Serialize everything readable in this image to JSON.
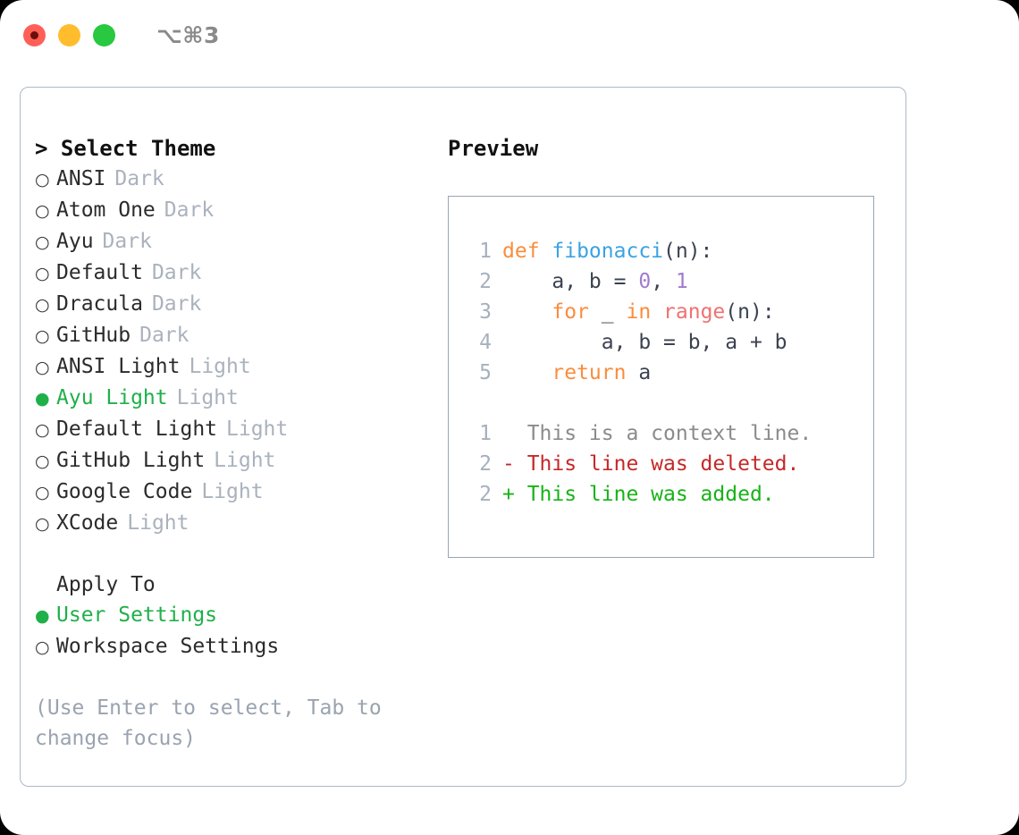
{
  "titlebar": {
    "shortcut": "⌥⌘3",
    "lights": [
      "close",
      "minimize",
      "maximize"
    ]
  },
  "left": {
    "section_title": "> Select Theme",
    "themes": [
      {
        "bullet": "○",
        "name": "ANSI",
        "tag": "Dark",
        "selected": false
      },
      {
        "bullet": "○",
        "name": "Atom One",
        "tag": "Dark",
        "selected": false
      },
      {
        "bullet": "○",
        "name": "Ayu",
        "tag": "Dark",
        "selected": false
      },
      {
        "bullet": "○",
        "name": "Default",
        "tag": "Dark",
        "selected": false
      },
      {
        "bullet": "○",
        "name": "Dracula",
        "tag": "Dark",
        "selected": false
      },
      {
        "bullet": "○",
        "name": "GitHub",
        "tag": "Dark",
        "selected": false
      },
      {
        "bullet": "○",
        "name": "ANSI Light",
        "tag": "Light",
        "selected": false
      },
      {
        "bullet": "●",
        "name": "Ayu Light",
        "tag": "Light",
        "selected": true
      },
      {
        "bullet": "○",
        "name": "Default Light",
        "tag": "Light",
        "selected": false
      },
      {
        "bullet": "○",
        "name": "GitHub Light",
        "tag": "Light",
        "selected": false
      },
      {
        "bullet": "○",
        "name": "Google Code",
        "tag": "Light",
        "selected": false
      },
      {
        "bullet": "○",
        "name": "XCode",
        "tag": "Light",
        "selected": false
      }
    ],
    "apply_to_title": "Apply To",
    "apply_to": [
      {
        "bullet": "●",
        "name": "User Settings",
        "tag": "",
        "selected": true
      },
      {
        "bullet": "○",
        "name": "Workspace Settings",
        "tag": "",
        "selected": false
      }
    ],
    "hint": "(Use Enter to select, Tab to change focus)"
  },
  "right": {
    "preview_title": "Preview",
    "code_lines": [
      {
        "ln": "1",
        "tokens": [
          {
            "t": "def ",
            "c": "t-kw"
          },
          {
            "t": "fibonacci",
            "c": "t-fn"
          },
          {
            "t": "(n):",
            "c": "t-pl"
          }
        ]
      },
      {
        "ln": "2",
        "tokens": [
          {
            "t": "    a, b = ",
            "c": "t-pl"
          },
          {
            "t": "0",
            "c": "t-num"
          },
          {
            "t": ", ",
            "c": "t-pl"
          },
          {
            "t": "1",
            "c": "t-num"
          }
        ]
      },
      {
        "ln": "3",
        "tokens": [
          {
            "t": "    ",
            "c": "t-pl"
          },
          {
            "t": "for",
            "c": "t-kw"
          },
          {
            "t": " _ ",
            "c": "t-pl"
          },
          {
            "t": "in",
            "c": "t-kw"
          },
          {
            "t": " ",
            "c": "t-pl"
          },
          {
            "t": "range",
            "c": "t-call"
          },
          {
            "t": "(n):",
            "c": "t-pl"
          }
        ]
      },
      {
        "ln": "4",
        "tokens": [
          {
            "t": "        a, b = b, a + b",
            "c": "t-pl"
          }
        ]
      },
      {
        "ln": "5",
        "tokens": [
          {
            "t": "    ",
            "c": "t-pl"
          },
          {
            "t": "return",
            "c": "t-kw"
          },
          {
            "t": " a",
            "c": "t-pl"
          }
        ]
      }
    ],
    "diff_lines": [
      {
        "ln": "1",
        "tokens": [
          {
            "t": "  This is a context line.",
            "c": "t-ctx"
          }
        ]
      },
      {
        "ln": "2",
        "tokens": [
          {
            "t": "- This line was deleted.",
            "c": "t-del"
          }
        ]
      },
      {
        "ln": "2",
        "tokens": [
          {
            "t": "+ This line was added.",
            "c": "t-add"
          }
        ]
      }
    ]
  },
  "colors": {
    "accent_green": "#1fb04a",
    "muted": "#aab2bd",
    "hint": "#9aa3b0",
    "panel_border": "#aeb8c6",
    "preview_border": "#98a4b4",
    "keyword": "#fa8d3e",
    "function": "#3aa3e3",
    "number": "#a37acc",
    "call": "#f07171",
    "diff_deleted": "#c62828",
    "diff_added": "#17b317",
    "traffic_red": "#ff5f57",
    "traffic_yellow": "#ffbd2e",
    "traffic_green": "#28c840"
  }
}
